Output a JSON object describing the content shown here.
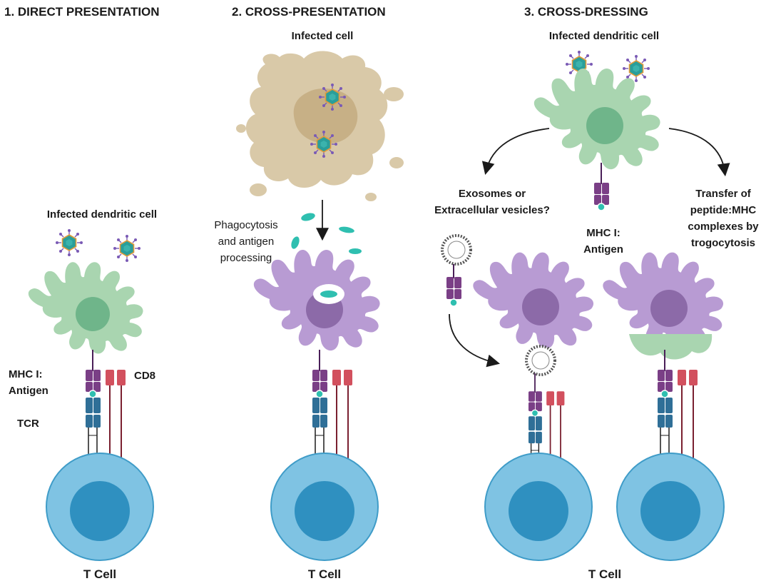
{
  "sections": {
    "direct": {
      "title": "1. DIRECT PRESENTATION",
      "cell_label": "Infected dendritic cell",
      "mhc_label_line1": "MHC I:",
      "mhc_label_line2": "Antigen",
      "cd8_label": "CD8",
      "tcr_label": "TCR",
      "tcell_label": "T Cell"
    },
    "cross_presentation": {
      "title": "2. CROSS-PRESENTATION",
      "cell_label": "Infected cell",
      "process_line1": "Phagocytosis",
      "process_line2": "and antigen",
      "process_line3": "processing",
      "tcell_label": "T Cell"
    },
    "cross_dressing": {
      "title": "3. CROSS-DRESSING",
      "cell_label": "Infected dendritic cell",
      "exosome_line1": "Exosomes or",
      "exosome_line2": "Extracellular vesicles?",
      "mhc_label_line1": "MHC I:",
      "mhc_label_line2": "Antigen",
      "transfer_line1": "Transfer of",
      "transfer_line2": "peptide:MHC",
      "transfer_line3": "complexes by",
      "transfer_line4": "trogocytosis",
      "tcell_label": "T Cell"
    }
  },
  "colors": {
    "dendritic_green": "#a9d5b0",
    "dendritic_nucleus": "#6fb58a",
    "apc_purple": "#b89bd3",
    "apc_nucleus": "#8c6aa8",
    "infected_cell": "#d9c9a8",
    "tcell_outer": "#7fc3e3",
    "tcell_nucleus": "#2f90c0",
    "mhc_purple": "#7a3f86",
    "tcr_blue": "#2f6f97",
    "cd8_red": "#d2505e",
    "antigen_teal": "#2fbfb0",
    "virus_teal": "#2a9e9a"
  }
}
